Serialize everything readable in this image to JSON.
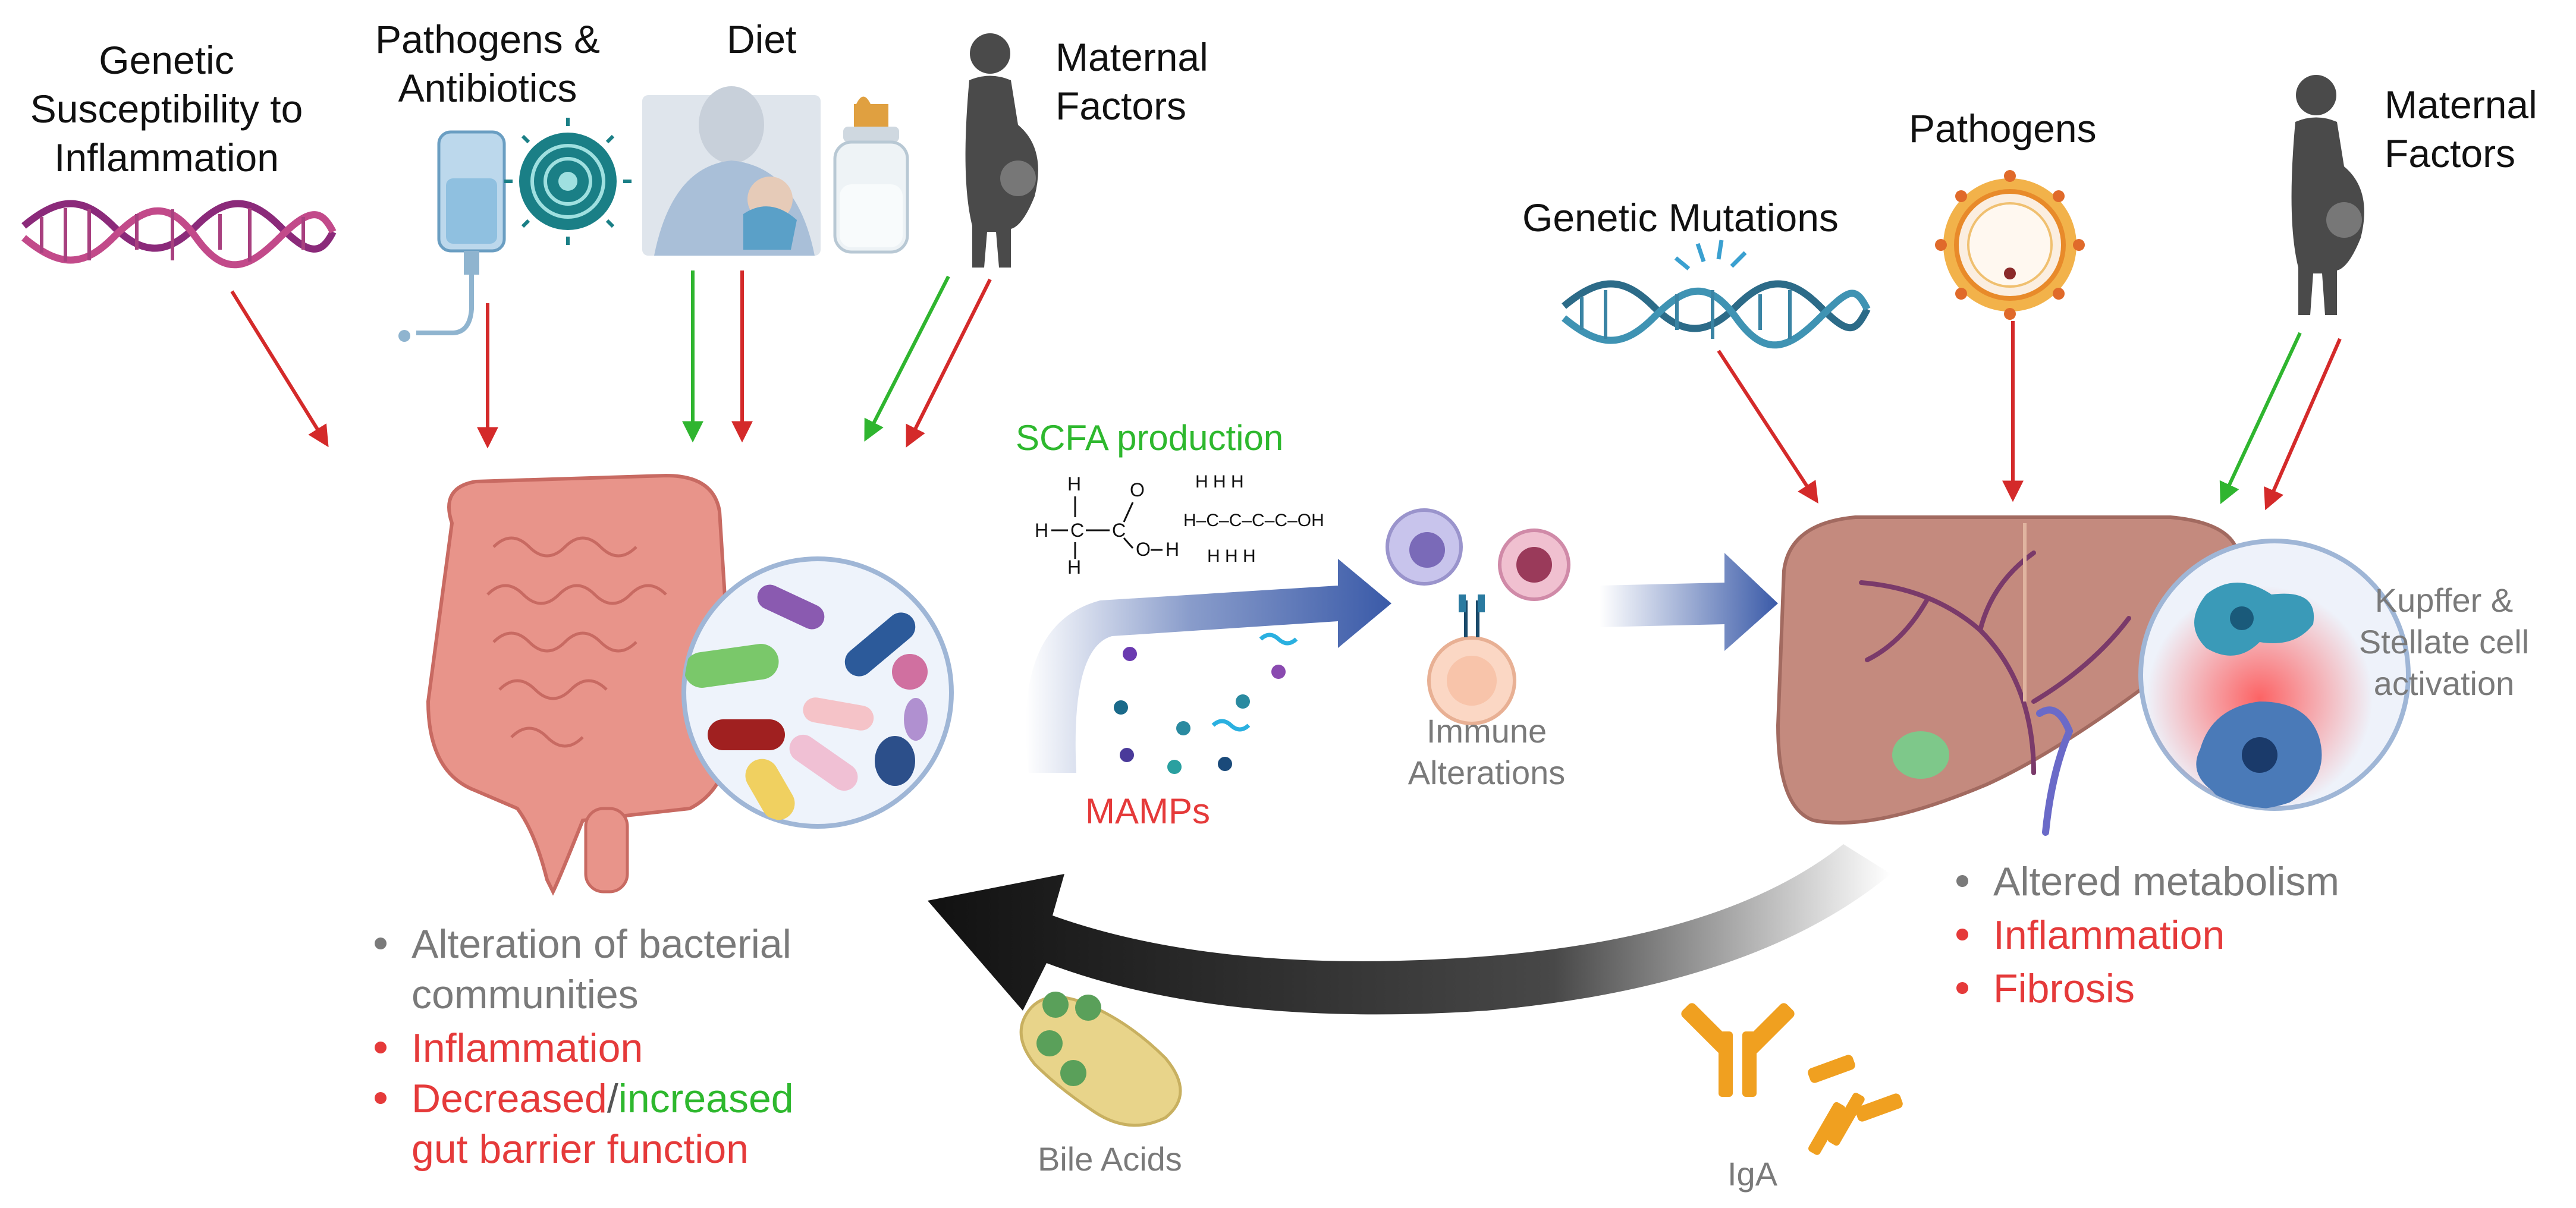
{
  "left_factors": {
    "genetic": [
      "Genetic",
      "Susceptibility to",
      "Inflammation"
    ],
    "pathogens_antibiotics": [
      "Pathogens &",
      "Antibiotics"
    ],
    "diet": "Diet",
    "maternal": [
      "Maternal",
      "Factors"
    ]
  },
  "right_factors": {
    "genetic_mutations": "Genetic Mutations",
    "pathogens": "Pathogens",
    "maternal": [
      "Maternal",
      "Factors"
    ]
  },
  "middle": {
    "scfa": "SCFA production",
    "mamps": "MAMPs",
    "immune": [
      "Immune",
      "Alterations"
    ],
    "bile_acids": "Bile Acids",
    "iga": "IgA",
    "kupffer": [
      "Kupffer &",
      "Stellate cell",
      "activation"
    ]
  },
  "chem": {
    "acetate": {
      "h1": "H",
      "h2": "H",
      "h3": "H",
      "c1": "C",
      "c2": "C",
      "o1": "O",
      "o2": "O",
      "h4": "H"
    },
    "butyrate": "H–C–C–C–C–OH"
  },
  "gut_outcomes": {
    "b1": [
      "Alteration of bacterial",
      "communities"
    ],
    "b2": "Inflammation",
    "b3_red": "Decreased",
    "b3_sep": "/",
    "b3_green": "increased",
    "b3_line2": "gut barrier function"
  },
  "liver_outcomes": {
    "b1": "Altered metabolism",
    "b2": "Inflammation",
    "b3": "Fibrosis"
  },
  "colors": {
    "red_arrow": "#d42a2a",
    "green_arrow": "#2fb52f",
    "blue_arrow": "#3a5aa8",
    "dna_left": "#8b2a7a",
    "dna_right": "#2c6b88",
    "liver": "#c48a7e",
    "gut": "#e8948a"
  }
}
